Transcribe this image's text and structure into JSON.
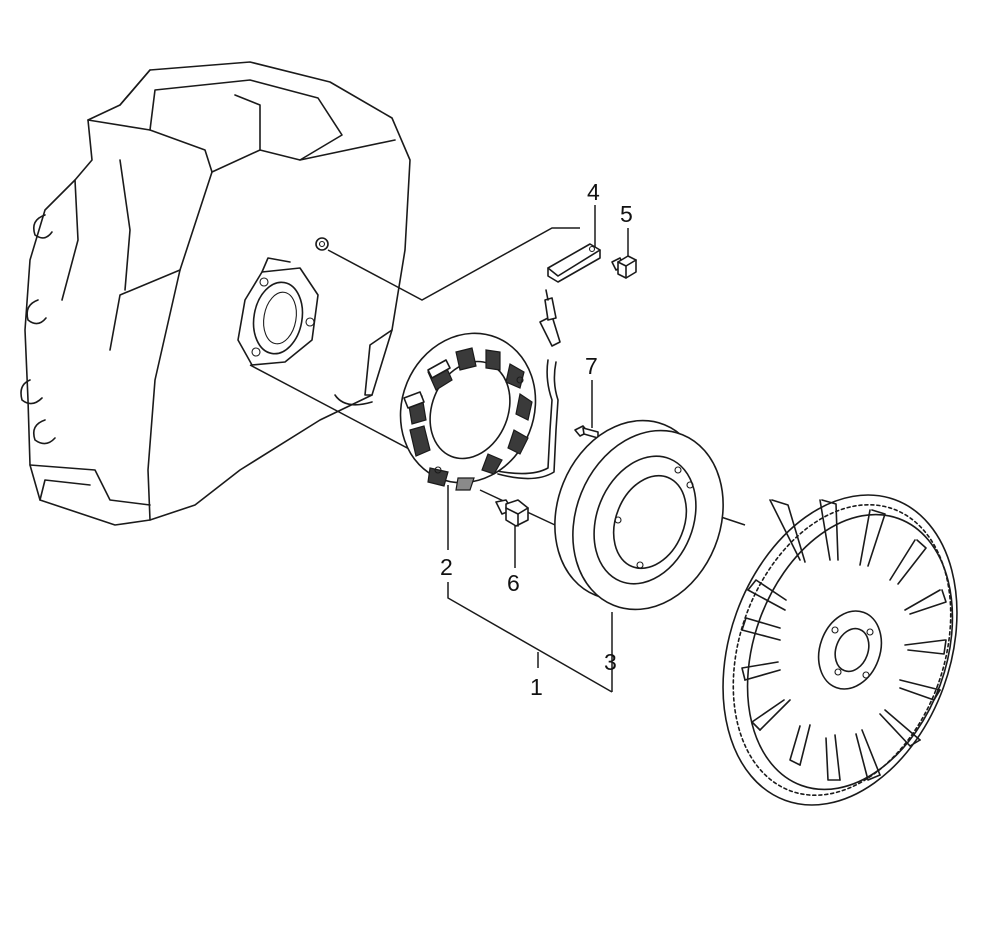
{
  "diagram": {
    "type": "exploded parts diagram",
    "callouts": [
      {
        "id": "callout-1",
        "label": "1"
      },
      {
        "id": "callout-2",
        "label": "2"
      },
      {
        "id": "callout-3",
        "label": "3"
      },
      {
        "id": "callout-4",
        "label": "4"
      },
      {
        "id": "callout-5",
        "label": "5"
      },
      {
        "id": "callout-6",
        "label": "6"
      },
      {
        "id": "callout-7",
        "label": "7"
      }
    ]
  }
}
